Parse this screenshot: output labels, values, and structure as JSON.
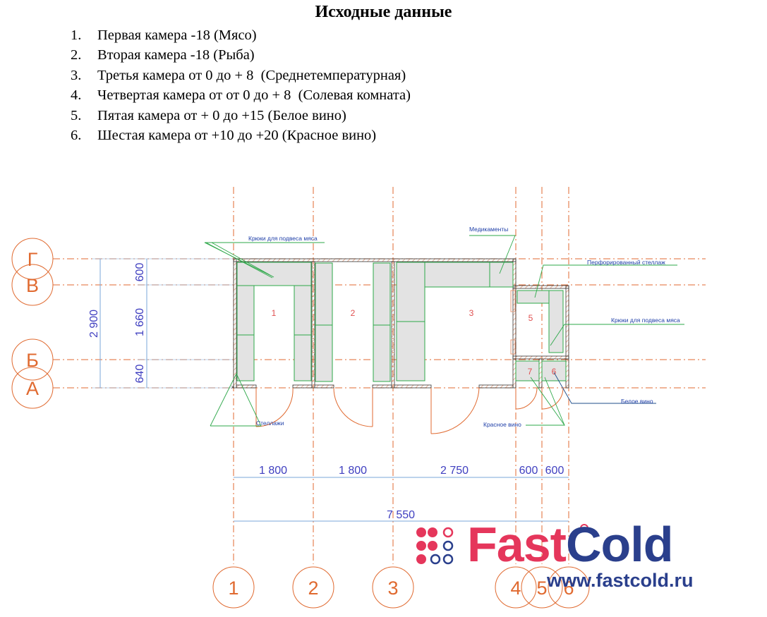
{
  "header": {
    "title": "Исходные данные"
  },
  "source_list": [
    {
      "num": "1.",
      "text": "Первая камера -18 (Мясо)"
    },
    {
      "num": "2.",
      "text": "Вторая камера -18 (Рыба)"
    },
    {
      "num": "3.",
      "text": "Третья камера от 0 до + 8  (Среднетемпературная)"
    },
    {
      "num": "4.",
      "text": "Четвертая камера от от 0 до + 8  (Солевая комната)"
    },
    {
      "num": "5.",
      "text": "Пятая камера от + 0 до +15 (Белое вино)"
    },
    {
      "num": "6.",
      "text": "Шестая камера от +10 до +20 (Красное вино)"
    }
  ],
  "plan": {
    "row_axes": [
      "Г",
      "В",
      "Б",
      "А"
    ],
    "column_axes": [
      "1",
      "2",
      "3",
      "4",
      "5",
      "6"
    ],
    "room_numbers": [
      "1",
      "2",
      "3",
      "5",
      "7",
      "6"
    ],
    "left_dims": {
      "total": "2 900",
      "top": "600",
      "middle": "1 660",
      "bottom": "640"
    },
    "bottom_dims": {
      "d1": "1 800",
      "d2": "1 800",
      "d3": "2 750",
      "d4": "600",
      "d5": "600",
      "total": "7 550"
    },
    "labels": {
      "hooks_left": "Крюки для подвеса мяса",
      "medicines": "Медикаменты",
      "perforated": "Перфорированный стеллаж",
      "hooks_right": "Крюки для подвеса мяса",
      "white_wine": "Белое вино",
      "red_wine": "Красное вино",
      "shelves": "Стеллажи"
    },
    "colors": {
      "axis": "#e06a30",
      "dim": "#3f3fc0",
      "shelf_fill": "#e3e3e3",
      "shelf_stroke": "#2ea84a",
      "wall_hatch": "#e59a7a",
      "leader": "#2ea84a",
      "room_number": "#e05050"
    }
  },
  "logo": {
    "fast": "Fast",
    "cold": "Cold",
    "url": "www.fastcold.ru",
    "colors": {
      "fast": "#e5365b",
      "cold": "#2a3f8c"
    }
  }
}
